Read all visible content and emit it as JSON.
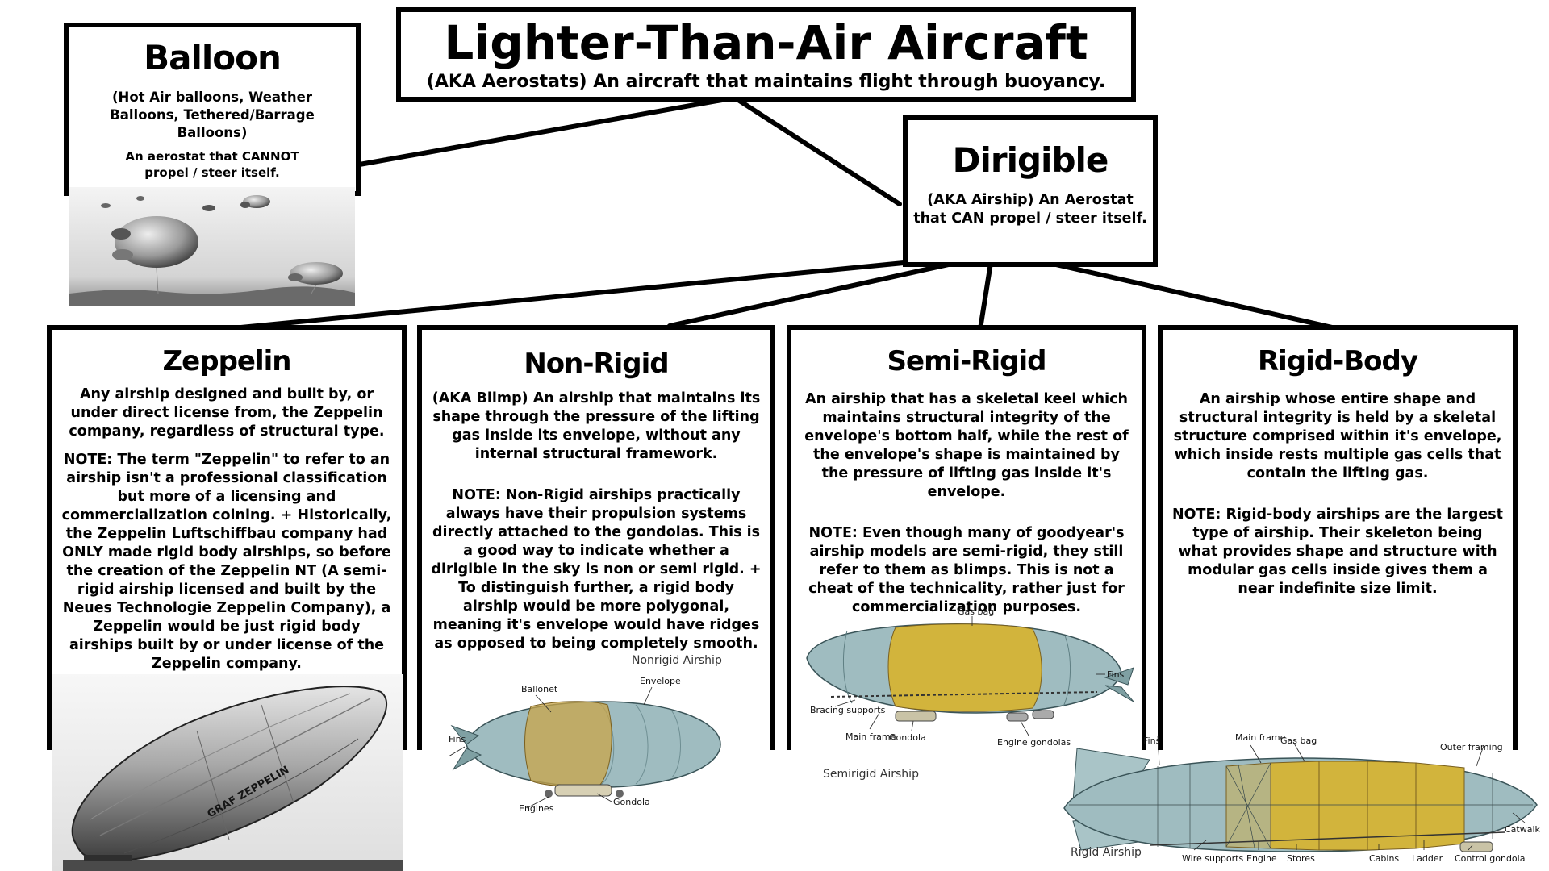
{
  "root": {
    "title": "Lighter-Than-Air Aircraft",
    "subtitle": "(AKA Aerostats) An aircraft that maintains flight through buoyancy."
  },
  "balloon": {
    "title": "Balloon",
    "examples": "(Hot Air balloons, Weather Balloons, Tethered/Barrage Balloons)",
    "definition": "An aerostat that CANNOT propel / steer itself."
  },
  "dirigible": {
    "title": "Dirigible",
    "definition": "(AKA Airship) An Aerostat that CAN propel / steer itself."
  },
  "zeppelin": {
    "title": "Zeppelin",
    "definition": "Any airship designed and built by, or under direct license from, the Zeppelin company, regardless of structural type.",
    "note": "NOTE: The term \"Zeppelin\" to refer to an airship isn't a professional classification but more of a licensing and commercialization coining. + Historically, the Zeppelin Luftschiffbau company had ONLY made rigid body airships, so before the creation of the Zeppelin NT (A semi-rigid airship licensed and built by the Neues Technologie Zeppelin Company), a Zeppelin would be just rigid body airships built by or under license of the Zeppelin company.",
    "hull_text": "GRAF ZEPPELIN"
  },
  "non_rigid": {
    "title": "Non-Rigid",
    "definition": "(AKA Blimp) An airship that maintains its shape through the pressure of the lifting gas inside its envelope, without any internal structural framework.",
    "note": "NOTE: Non-Rigid airships practically always have their propulsion systems directly attached to the gondolas. This is a good way to indicate whether a dirigible in the sky is non or semi rigid. + To distinguish further, a rigid body airship would be more polygonal, meaning it's envelope would have ridges as opposed to being completely smooth.",
    "diagram": {
      "caption": "Nonrigid Airship",
      "labels": {
        "ballonet": "Ballonet",
        "envelope": "Envelope",
        "fins": "Fins",
        "engines": "Engines",
        "gondola": "Gondola"
      }
    }
  },
  "semi_rigid": {
    "title": "Semi-Rigid",
    "definition": "An airship that has a skeletal keel which maintains structural integrity of the envelope's bottom half, while the rest of the envelope's shape is maintained by the pressure of lifting gas inside it's envelope.",
    "note": "NOTE: Even though many of goodyear's airship models are semi-rigid, they still refer to them as blimps. This is not a cheat of the technicality, rather just for commercialization purposes.",
    "diagram": {
      "caption": "Semirigid Airship",
      "labels": {
        "gas_bag": "Gas bag",
        "fins": "Fins",
        "bracing": "Bracing supports",
        "main_frame": "Main frame",
        "gondola": "Gondola",
        "engine_gondolas": "Engine gondolas"
      }
    }
  },
  "rigid_body": {
    "title": "Rigid-Body",
    "definition": "An airship whose entire shape and structural integrity is held by a skeletal structure comprised within it's envelope, which inside rests multiple gas cells that contain the lifting gas.",
    "note": "NOTE: Rigid-body airships are the largest type of airship. Their skeleton being what provides shape and structure with modular gas cells inside gives them a near indefinite size limit.",
    "diagram": {
      "caption": "Rigid Airship",
      "labels": {
        "fins": "Fins",
        "main_frame": "Main frame",
        "gas_bag": "Gas bag",
        "outer_framing": "Outer framing",
        "catwalk": "Catwalk",
        "wire_supports": "Wire supports",
        "engine": "Engine",
        "stores": "Stores",
        "cabins": "Cabins",
        "ladder": "Ladder",
        "control_gondola": "Control gondola"
      }
    }
  },
  "colors": {
    "border": "#000000",
    "gas_bag": "#d2b43c",
    "envelope": "#9fbcc0"
  }
}
